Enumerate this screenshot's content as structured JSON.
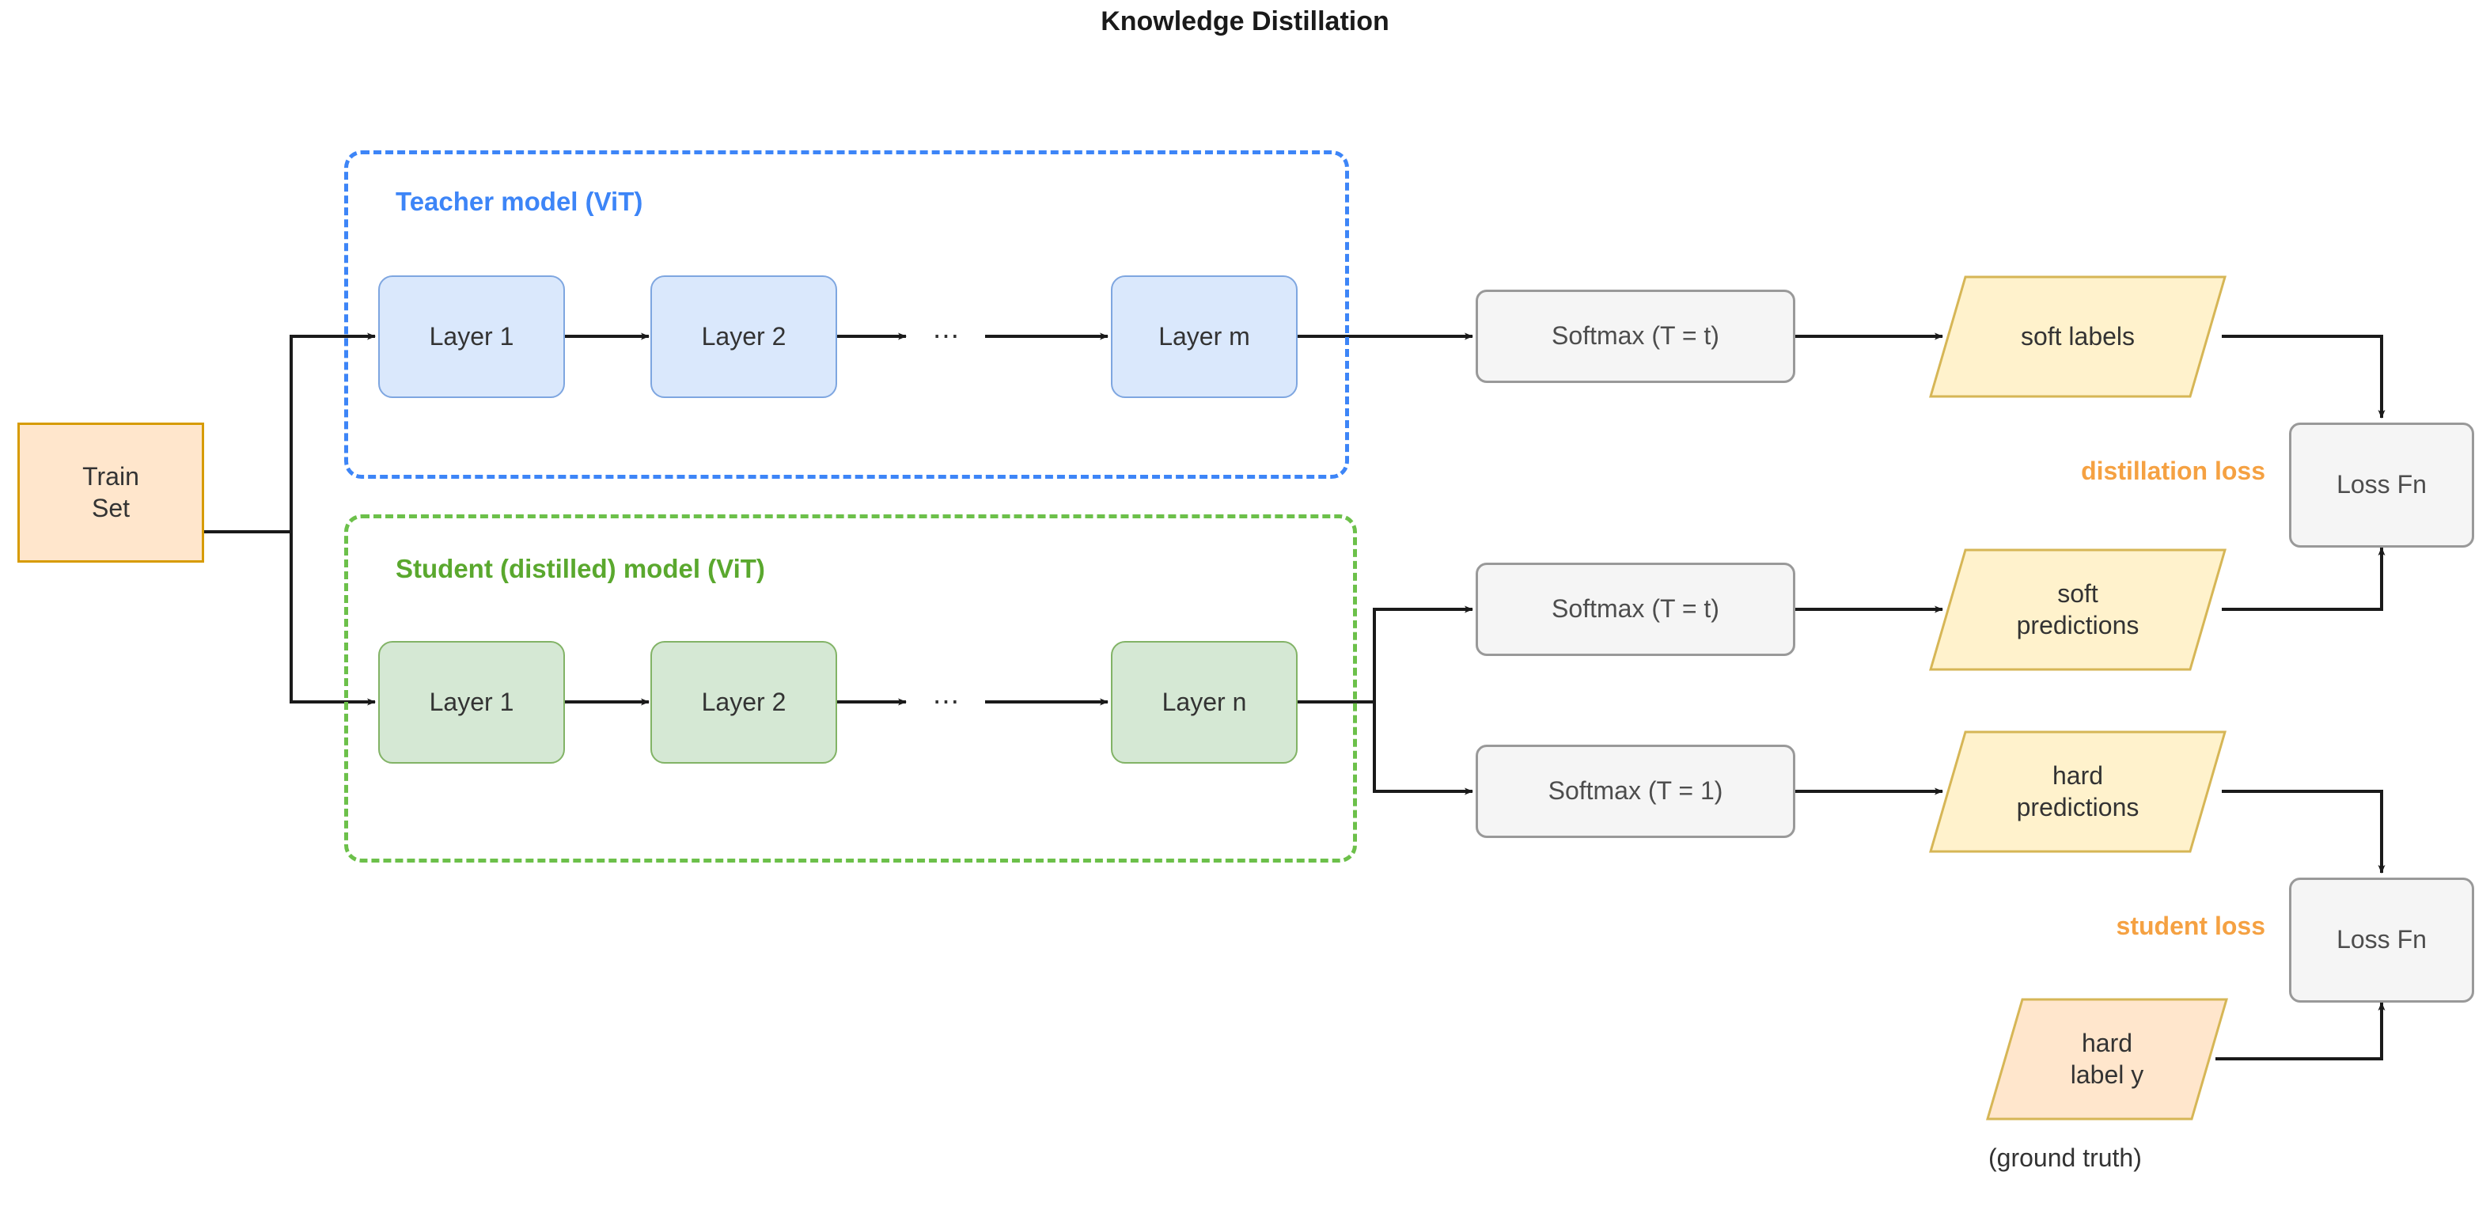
{
  "title": "Knowledge Distillation",
  "colors": {
    "teacher_accent": "#3d85f7",
    "student_accent": "#6cc04a",
    "teacher_fill": "#dae8fc",
    "teacher_stroke": "#7ea6e0",
    "student_fill": "#d5e8d4",
    "student_stroke": "#82b366",
    "soft_fill": "#fff2cc",
    "soft_stroke": "#d6b656",
    "hard_label_fill": "#ffe6cc",
    "hard_label_stroke": "#d6b656",
    "train_fill": "#ffe6cc",
    "train_stroke": "#d79b00",
    "proc_fill": "#f5f5f5",
    "proc_stroke": "#999999",
    "loss_text": "#f5a142",
    "edge": "#1a1a1a"
  },
  "train_set": {
    "label": "Train\nSet",
    "line1": "Train",
    "line2": "Set"
  },
  "teacher": {
    "group_label": "Teacher model (ViT)",
    "layers": [
      {
        "label": "Layer 1"
      },
      {
        "label": "Layer 2"
      },
      {
        "label": "Layer m"
      }
    ],
    "ellipsis": "⋯"
  },
  "student": {
    "group_label": "Student (distilled) model (ViT)",
    "layers": [
      {
        "label": "Layer 1"
      },
      {
        "label": "Layer 2"
      },
      {
        "label": "Layer n"
      }
    ],
    "ellipsis": "⋯"
  },
  "softmax": {
    "teacher_soft": "Softmax (T = t)",
    "student_soft": "Softmax (T = t)",
    "student_hard": "Softmax (T = 1)"
  },
  "outputs": {
    "soft_labels": "soft labels",
    "soft_predictions_line1": "soft",
    "soft_predictions_line2": "predictions",
    "hard_predictions_line1": "hard",
    "hard_predictions_line2": "predictions",
    "hard_label_line1": "hard",
    "hard_label_line2": "label y"
  },
  "losses": {
    "distillation": "distillation loss",
    "student": "student loss",
    "loss_fn_top": "Loss Fn",
    "loss_fn_bottom": "Loss Fn"
  },
  "notes": {
    "ground_truth": "(ground truth)"
  }
}
